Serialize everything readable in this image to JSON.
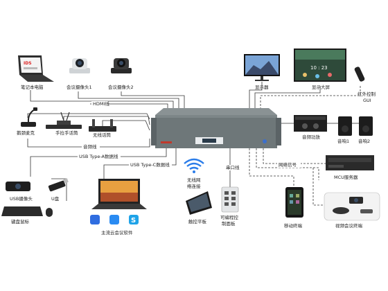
{
  "labels": {
    "laptop": "笔记本电脑",
    "camera1": "会议摄像头1",
    "camera2": "会议摄像头2",
    "monitor": "显示器",
    "bigscreen": "显示大屏",
    "ir": "红外控制",
    "ir2": "GUI",
    "gooseneck": "鹅颈麦克",
    "handheld": "手拉手话筒",
    "wireless_mic": "无线话筒",
    "amp": "音频功放",
    "speaker1": "音响1",
    "speaker2": "音响2",
    "mcu": "MCU服务器",
    "usbcam": "USB摄像头",
    "udisk": "U盘",
    "kbmouse": "键盘鼠标",
    "software": "主流云会议软件",
    "wifi1": "无线网",
    "wifi2": "络连接",
    "tablet": "触控平板",
    "panel1": "可编程控",
    "panel2": "制面板",
    "mobile": "移动终端",
    "vconf": "视频会议终端",
    "hdmi": "HDMI线",
    "audio_line": "音频线",
    "usba": "USB Type-A数据线",
    "usbc": "USB Type-C数据线",
    "serial": "串口线",
    "network": "网络信号",
    "screen_time": "10 : 23"
  }
}
